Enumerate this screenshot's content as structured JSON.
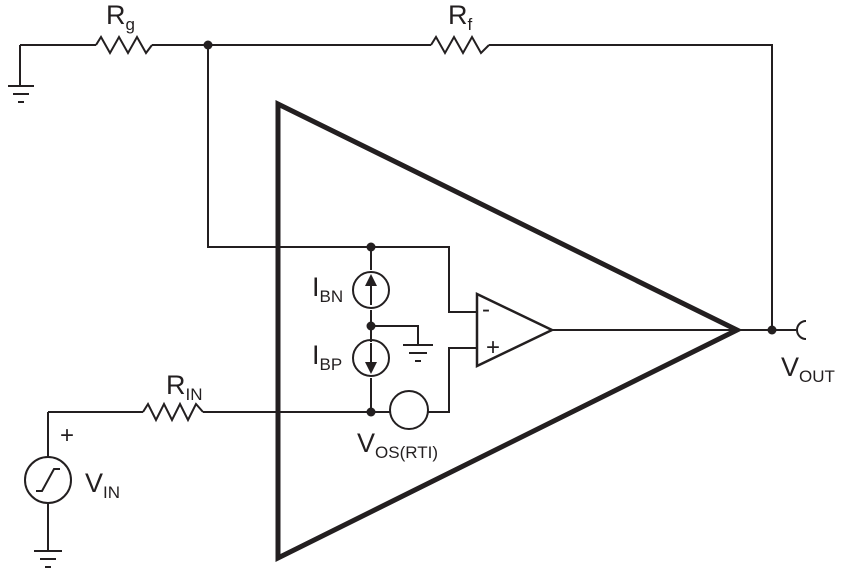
{
  "labels": {
    "rg": {
      "main": "R",
      "sub": "g"
    },
    "rf": {
      "main": "R",
      "sub": "f"
    },
    "rin": {
      "main": "R",
      "sub": "IN"
    },
    "ibn": {
      "main": "I",
      "sub": "BN"
    },
    "ibp": {
      "main": "I",
      "sub": "BP"
    },
    "vos": {
      "main": "V",
      "sub": "OS(RTI)"
    },
    "vin": {
      "main": "V",
      "sub": "IN"
    },
    "vout": {
      "main": "V",
      "sub": "OUT"
    }
  },
  "signs": {
    "inverting": "-",
    "non_inverting": "+",
    "source_plus": "+"
  },
  "colors": {
    "line": "#231f20",
    "background": "#ffffff"
  }
}
